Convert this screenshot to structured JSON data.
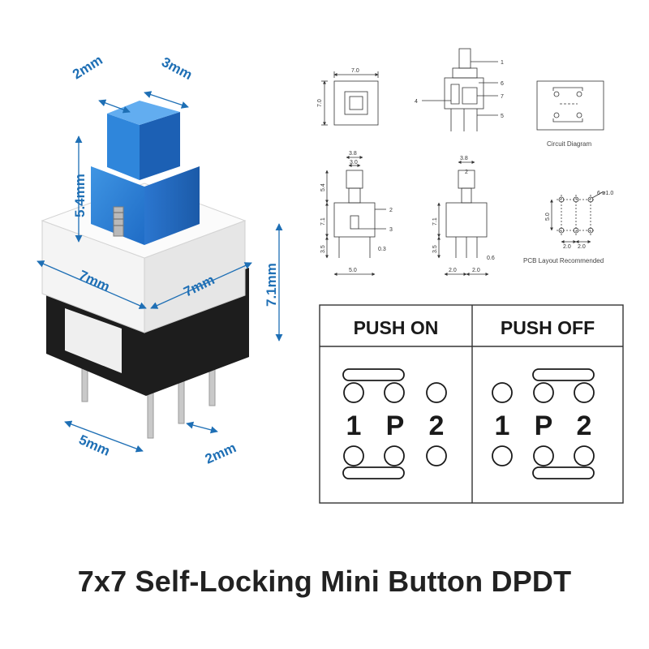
{
  "photo": {
    "dims": {
      "top_left": "2mm",
      "top_right": "3mm",
      "button_height": "5.4mm",
      "body_height": "7.1mm",
      "side_left": "7mm",
      "side_right": "7mm",
      "pin_row": "5mm",
      "pin_pitch": "2mm"
    }
  },
  "drawings": {
    "top_view": {
      "width": "7.0",
      "height": "7.0"
    },
    "side_view": {
      "callouts": [
        "1",
        "6",
        "7",
        "4",
        "5"
      ]
    },
    "circuit_caption": "Circuit Diagram",
    "front_view": {
      "top_w": "3.8",
      "inner_w": "3.0",
      "stem": "5.4",
      "body": "7.1",
      "pin": "3.5",
      "base": "5.0",
      "pin_w": "0.3",
      "callouts": [
        "2",
        "3"
      ]
    },
    "end_view": {
      "top_w": "3.8",
      "inner": "2",
      "body": "7.1",
      "pin": "3.5",
      "pin_w": "0.6",
      "pitch_left": "2.0",
      "pitch_right": "2.0"
    },
    "pcb": {
      "hole": "6-ø1.0",
      "row_gap": "5.0",
      "col1": "2.0",
      "col2": "2.0",
      "caption": "PCB Layout Recommended"
    }
  },
  "table": {
    "left_header": "PUSH ON",
    "right_header": "PUSH OFF",
    "pins": [
      "1",
      "P",
      "2"
    ]
  },
  "title": "7x7 Self-Locking Mini Button DPDT"
}
